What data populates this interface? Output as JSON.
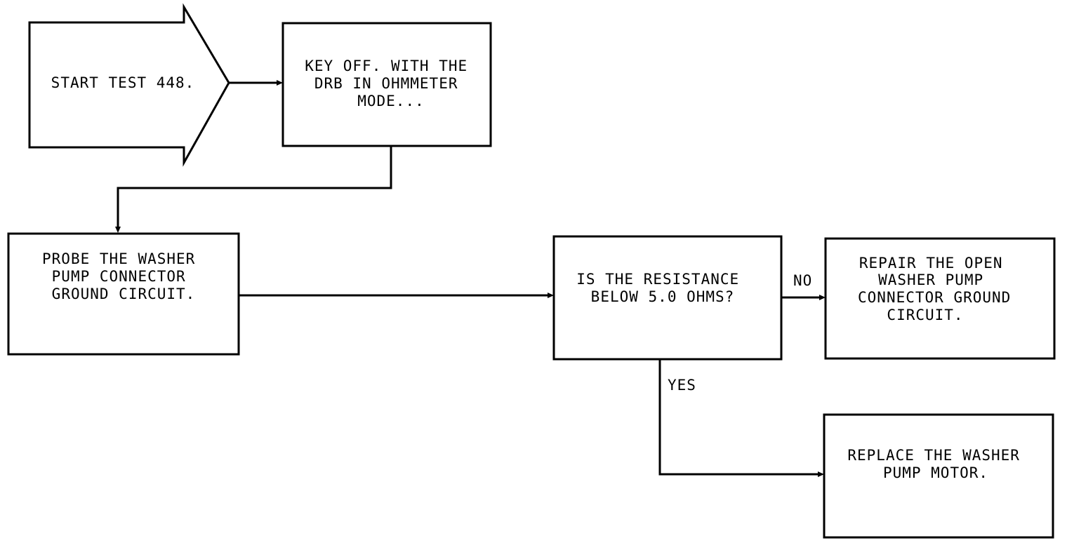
{
  "steps": {
    "start": {
      "lines": [
        "STARΤ TEST 448."
      ]
    },
    "key_off": {
      "lines": [
        "KEY OFF. WITH THE",
        "DRB IN OHMMETER",
        "MODE..."
      ]
    },
    "probe": {
      "lines": [
        "PROBE THE WASHER",
        "PUMP CONNECTOR",
        "GROUND CIRCUIT."
      ]
    },
    "question": {
      "lines": [
        "IS THE RESISTANCE",
        "BELOW 5.0 OHMS?"
      ]
    },
    "repair": {
      "lines": [
        "REPAIR THE OPEN",
        "WASHER PUMP",
        "CONNECTOR GROUND",
        "CIRCUIT."
      ]
    },
    "replace": {
      "lines": [
        "REPLACE THE WASHER",
        "PUMP MOTOR."
      ]
    }
  },
  "branch_labels": {
    "no": "NO",
    "yes": "YES"
  }
}
